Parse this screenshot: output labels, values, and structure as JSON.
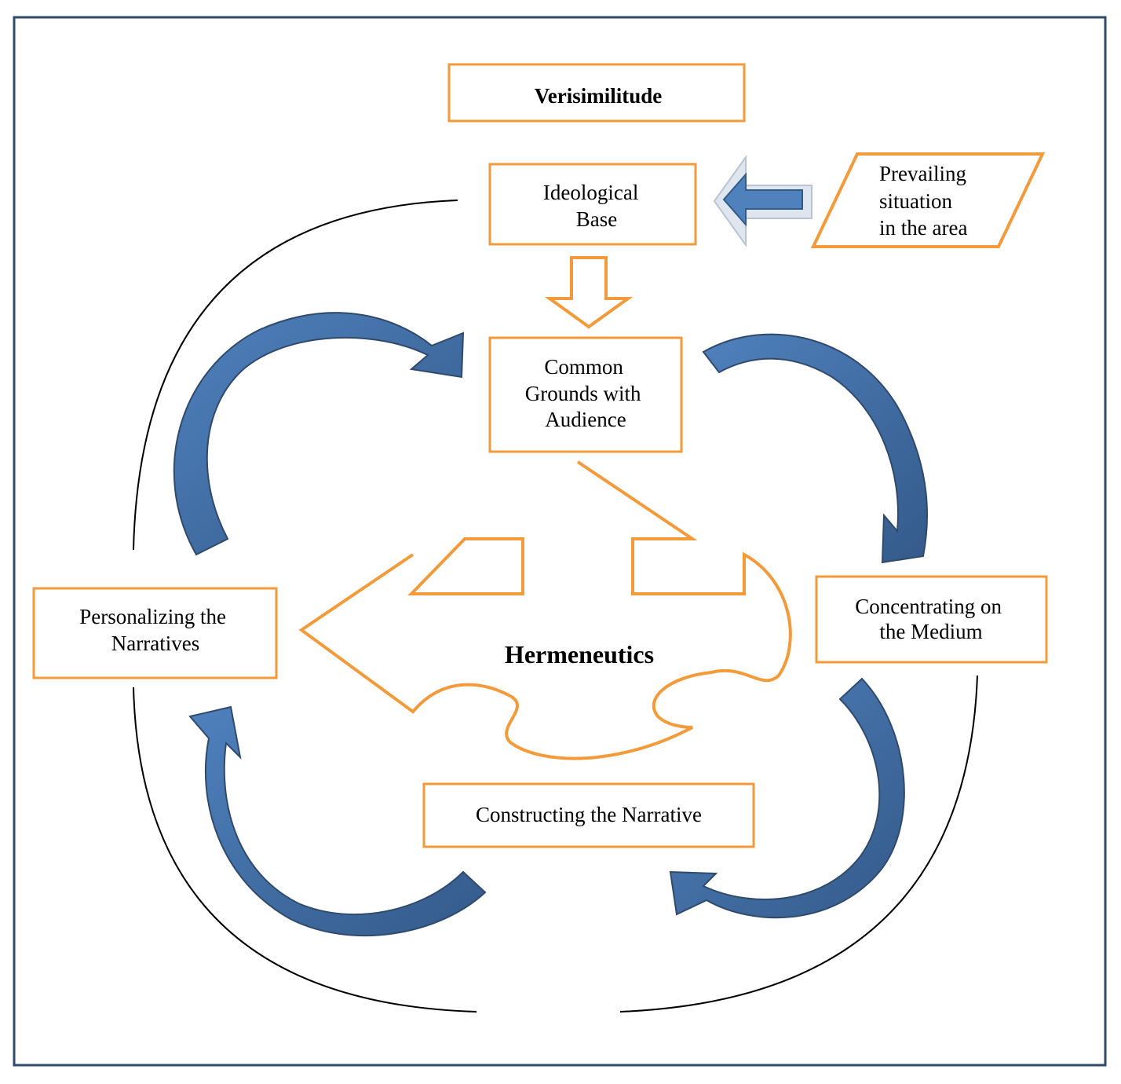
{
  "diagram": {
    "colors": {
      "box_border": "#f39a3b",
      "arrow_dark": "#345a8a",
      "arrow_light": "#4f81bd",
      "frame": "#2f4a6b",
      "circle": "#000000"
    },
    "nodes": {
      "verisimilitude": "Verisimilitude",
      "ideological_base": [
        "Ideological",
        "Base"
      ],
      "prevailing_situation": [
        "Prevailing",
        "situation",
        "in the area"
      ],
      "common_grounds": [
        "Common",
        "Grounds with",
        "Audience"
      ],
      "hermeneutics": "Hermeneutics",
      "personalizing": [
        "Personalizing the",
        "Narratives"
      ],
      "concentrating": [
        "Concentrating on",
        "the Medium"
      ],
      "constructing": "Constructing the Narrative"
    }
  }
}
